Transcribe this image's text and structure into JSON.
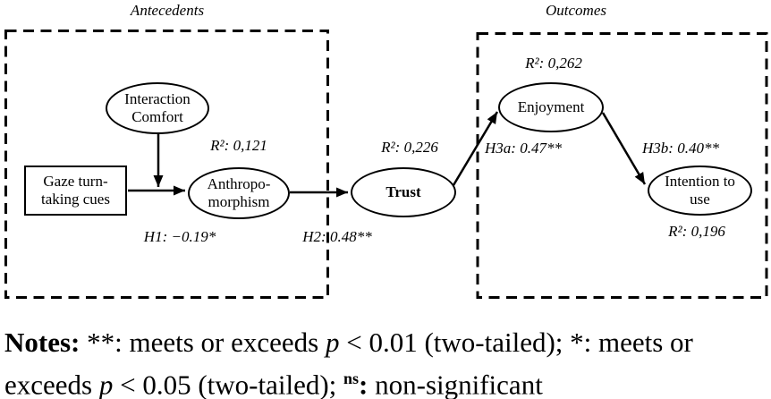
{
  "section_labels": {
    "antecedents": "Antecedents",
    "outcomes": "Outcomes"
  },
  "nodes": {
    "interaction_comfort": {
      "line1": "Interaction",
      "line2": "Comfort"
    },
    "gaze_cues": {
      "line1": "Gaze turn-",
      "line2": "taking cues"
    },
    "anthropomorphism": {
      "line1": "Anthropo-",
      "line2": "morphism",
      "r2": "R²: 0,121"
    },
    "trust": {
      "label": "Trust",
      "r2": "R²: 0,226"
    },
    "enjoyment": {
      "label": "Enjoyment",
      "r2": "R²: 0,262"
    },
    "intention_to_use": {
      "line1": "Intention to",
      "line2": "use",
      "r2": "R²: 0,196"
    }
  },
  "path_labels": {
    "h1": "H1: −0.19*",
    "h2": "H2: 0.48**",
    "h3a": "H3a: 0.47**",
    "h3b": "H3b: 0.40**"
  },
  "notes": {
    "label": "Notes:",
    "seg1": " **: meets or exceeds ",
    "p1": "p",
    "seg2": " < 0.01 (two-tailed); *: meets or exceeds ",
    "p2": "p",
    "seg3": " < 0.05 (two-tailed); ",
    "ns": "ns",
    "ns_colon": ":",
    "seg4": " non-significant"
  },
  "colors": {
    "ink": "#000000",
    "background": "#ffffff"
  }
}
